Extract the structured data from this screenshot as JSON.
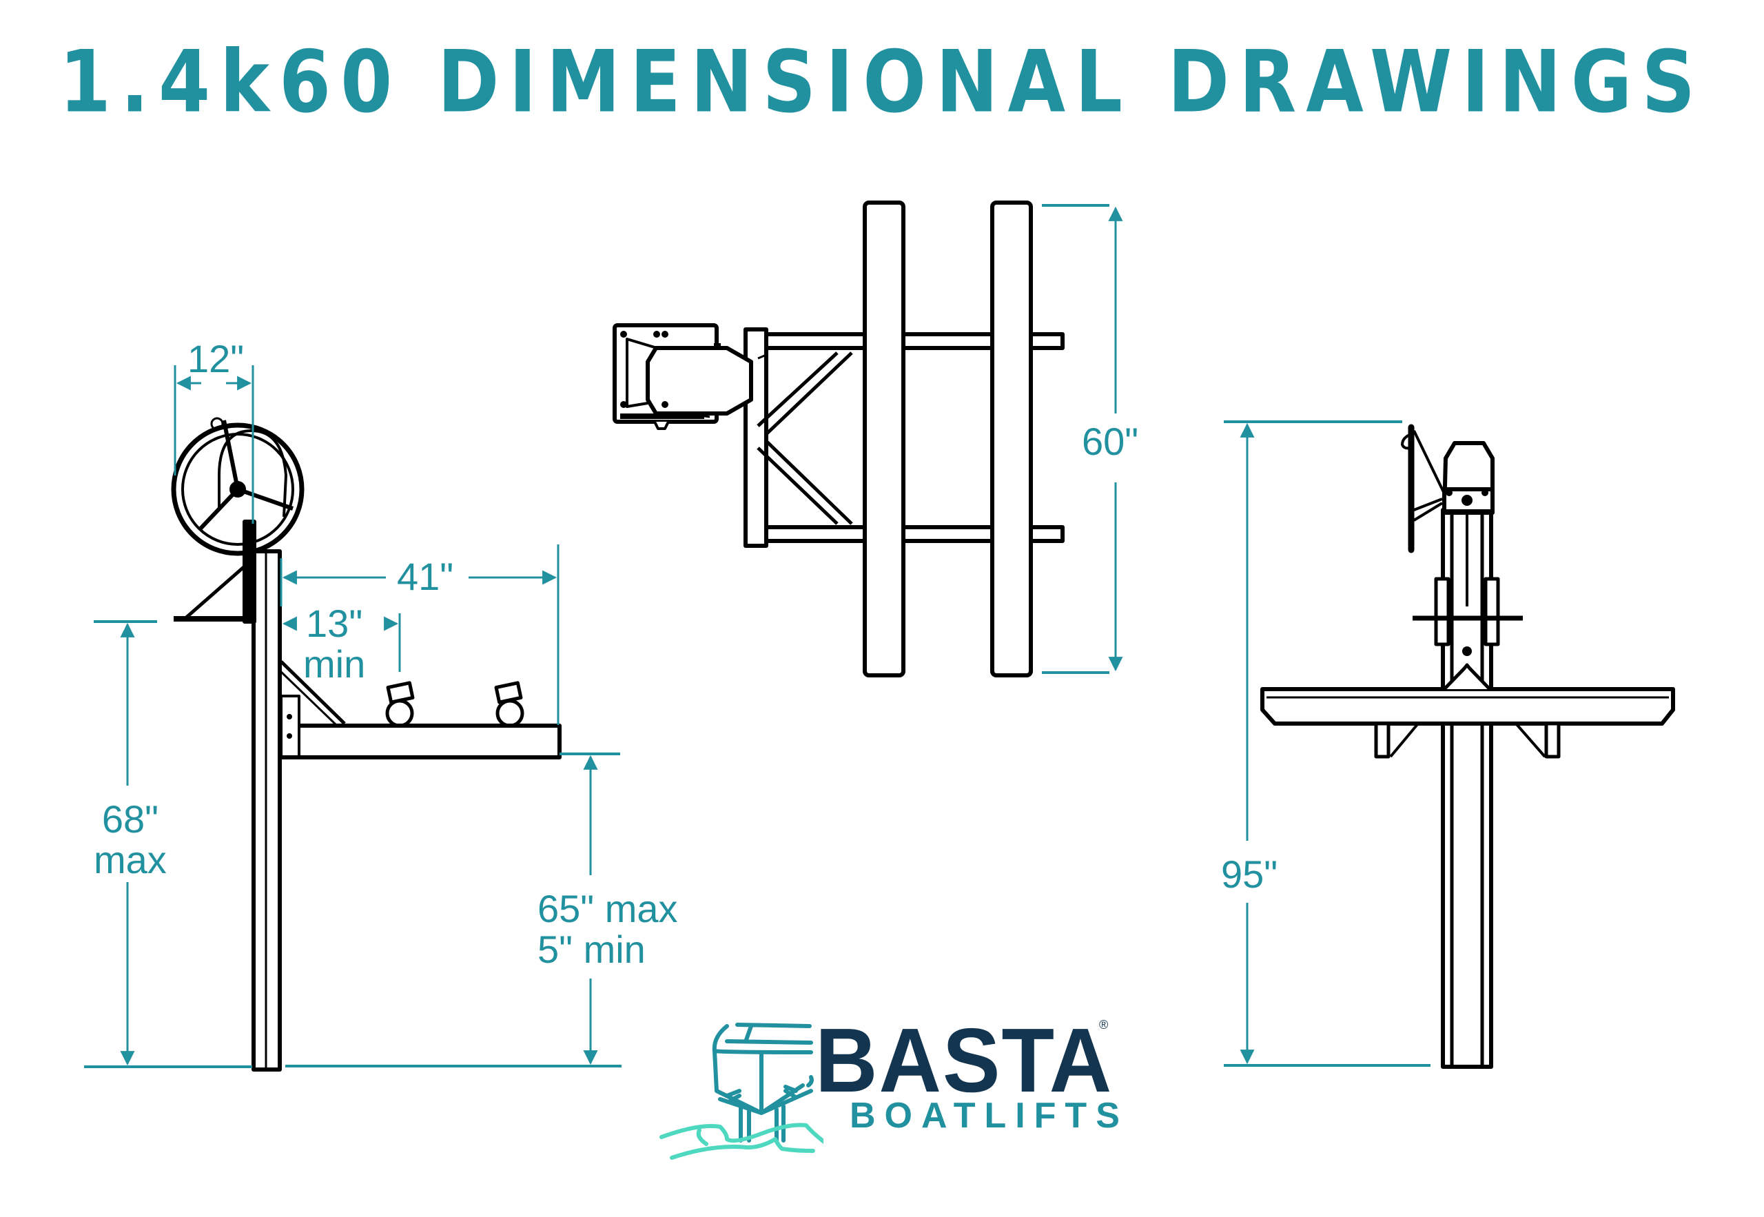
{
  "title": "1.4k60 DIMENSIONAL DRAWINGS",
  "colors": {
    "accent": "#21909f",
    "line_art": "#000000",
    "logo_navy": "#13354f",
    "logo_wave": "#4fd8c0",
    "background": "#ffffff"
  },
  "views": {
    "side": {
      "dimensions": {
        "wheel_offset": "12\"",
        "bunk_length": "41\"",
        "min_offset_value": "13\"",
        "min_offset_suffix": "min",
        "post_height_value": "68\"",
        "post_height_suffix": "max",
        "lift_height_line1": "65\" max",
        "lift_height_line2": "5\" min"
      }
    },
    "top": {
      "dimensions": {
        "bunk_span": "60\""
      }
    },
    "front": {
      "dimensions": {
        "overall_height": "95\""
      }
    }
  },
  "logo": {
    "brand": "BASTA",
    "registered_mark": "®",
    "tagline": "BOATLIFTS",
    "icon": "boat-on-waves-icon"
  }
}
